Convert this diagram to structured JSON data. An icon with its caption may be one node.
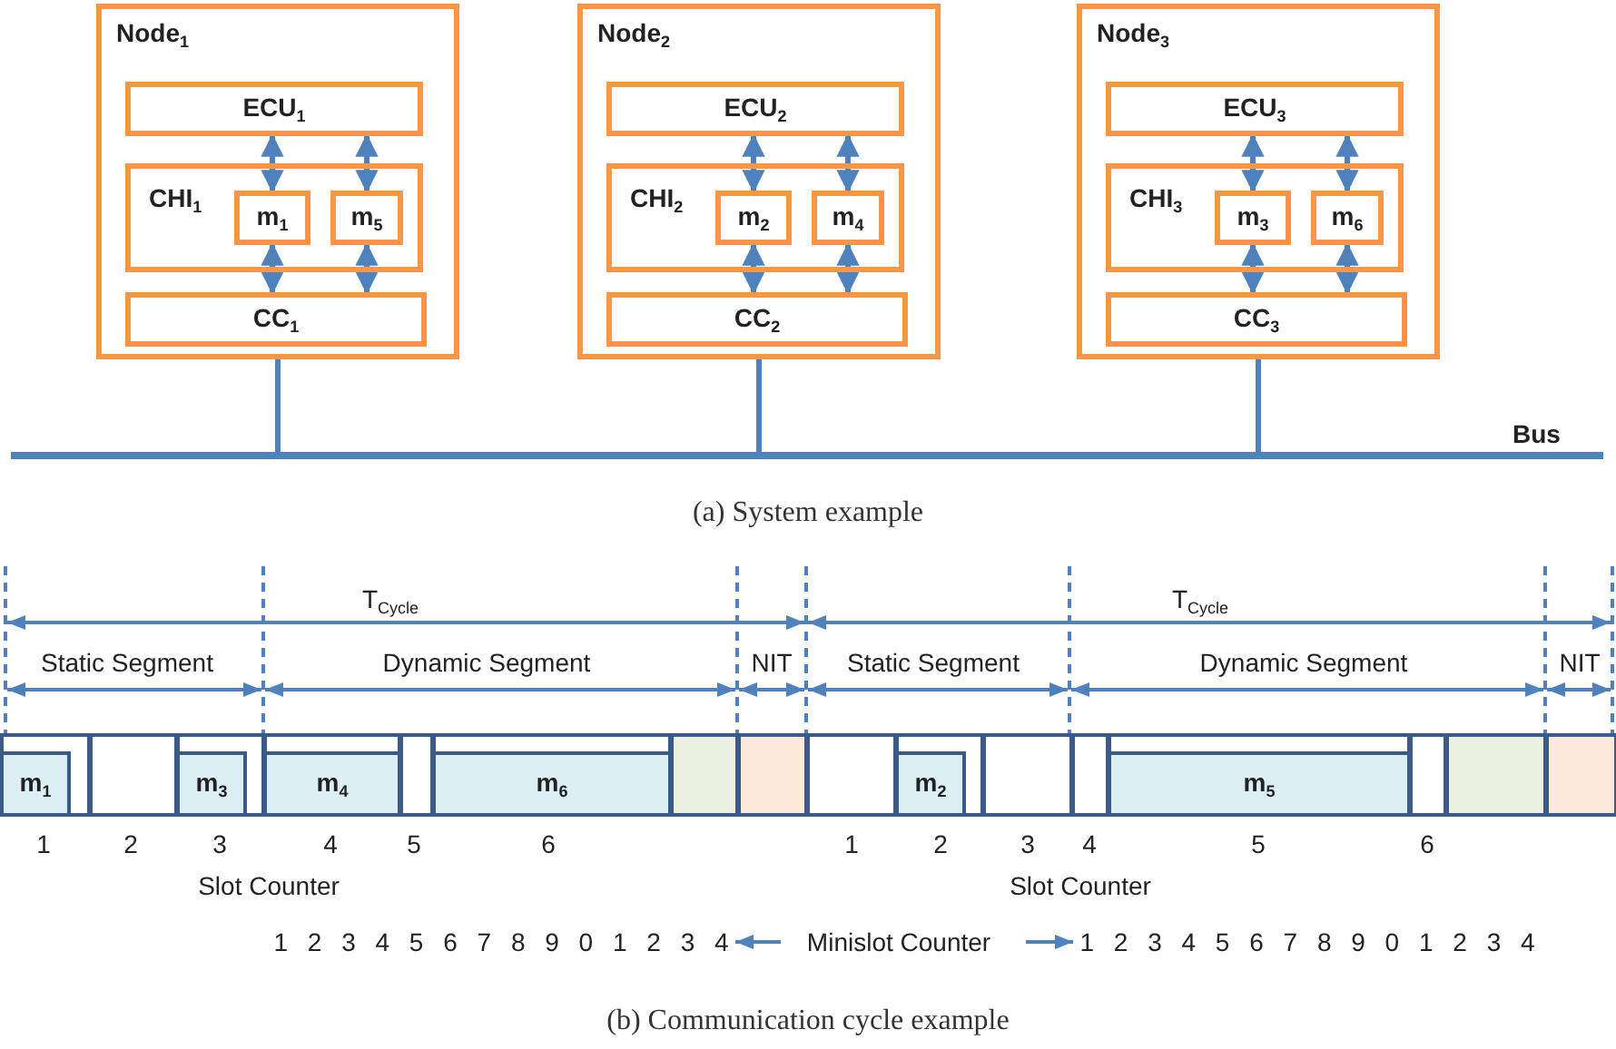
{
  "diagram": {
    "nodes": [
      {
        "text": [
          "Node$_{1}$"
        ]
      },
      {
        "text": [
          "ECU$_{1}$"
        ],
        "in": 0
      },
      {
        "text": [
          "CHI$_{1}$"
        ],
        "in": 0
      },
      {
        "text": [
          "m$_{1}$"
        ],
        "in": 2
      },
      {
        "text": [
          "m$_{5}$"
        ],
        "in": 2
      },
      {
        "text": [
          "CC$_{1}$"
        ],
        "in": 0
      },
      {
        "text": [
          "Node$_{2}$"
        ]
      },
      {
        "text": [
          "ECU$_{2}$"
        ],
        "in": 6
      },
      {
        "text": [
          "CHI$_{2}$"
        ],
        "in": 6
      },
      {
        "text": [
          "m$_{2}$"
        ],
        "in": 8
      },
      {
        "text": [
          "m$_{4}$"
        ],
        "in": 8
      },
      {
        "text": [
          "CC$_{2}$"
        ],
        "in": 6
      },
      {
        "text": [
          "Node$_{3}$"
        ]
      },
      {
        "text": [
          "ECU$_{3}$"
        ],
        "in": 12
      },
      {
        "text": [
          "CHI$_{3}$"
        ],
        "in": 12
      },
      {
        "text": [
          "m$_{3}$"
        ],
        "in": 14
      },
      {
        "text": [
          "m$_{6}$"
        ],
        "in": 14
      },
      {
        "text": [
          "CC$_{3}$"
        ],
        "in": 12
      },
      {
        "text": [],
        "shape": "bar",
        "beside": [
          "Bus"
        ]
      },
      {
        "text": [
          "m$_{1}$"
        ]
      },
      {
        "text": [
          "m$_{3}$"
        ]
      },
      {
        "text": [
          "m$_{4}$"
        ]
      },
      {
        "text": [
          "m$_{6}$"
        ]
      },
      {
        "text": [
          "m$_{2}$"
        ]
      },
      {
        "text": [
          "m$_{5}$"
        ]
      }
    ],
    "edges": [
      {
        "from": 1,
        "to": 3,
        "arrow": "both"
      },
      {
        "from": 1,
        "to": 4,
        "arrow": "both"
      },
      {
        "from": 3,
        "to": 5,
        "arrow": "both"
      },
      {
        "from": 4,
        "to": 5,
        "arrow": "both"
      },
      {
        "from": 7,
        "to": 9,
        "arrow": "both"
      },
      {
        "from": 7,
        "to": 10,
        "arrow": "both"
      },
      {
        "from": 9,
        "to": 11,
        "arrow": "both"
      },
      {
        "from": 10,
        "to": 11,
        "arrow": "both"
      },
      {
        "from": 13,
        "to": 15,
        "arrow": "both"
      },
      {
        "from": 13,
        "to": 16,
        "arrow": "both"
      },
      {
        "from": 15,
        "to": 17,
        "arrow": "both"
      },
      {
        "from": 16,
        "to": 17,
        "arrow": "both"
      },
      {
        "from": 0,
        "to": 18,
        "arrow": "none"
      },
      {
        "from": 6,
        "to": 18,
        "arrow": "none"
      },
      {
        "from": 12,
        "to": 18,
        "arrow": "none"
      }
    ],
    "labels": [
      "(a) System example",
      "T$_{Cycle}$",
      "T$_{Cycle}$",
      "Static Segment",
      "Dynamic Segment",
      "NIT",
      "Static Segment",
      "Dynamic Segment",
      "NIT",
      "1",
      "2",
      "3",
      "4",
      "5",
      "6",
      "1",
      "2",
      "3",
      "4",
      "5",
      "6",
      "Slot Counter",
      "Slot Counter",
      "1 2 3 4 5 6 7 8 9 0 1 2 3 4",
      "Minislot Counter",
      "1 2 3 4 5 6 7 8 9 0 1 2 3 4",
      "(b) Communication cycle example"
    ]
  }
}
